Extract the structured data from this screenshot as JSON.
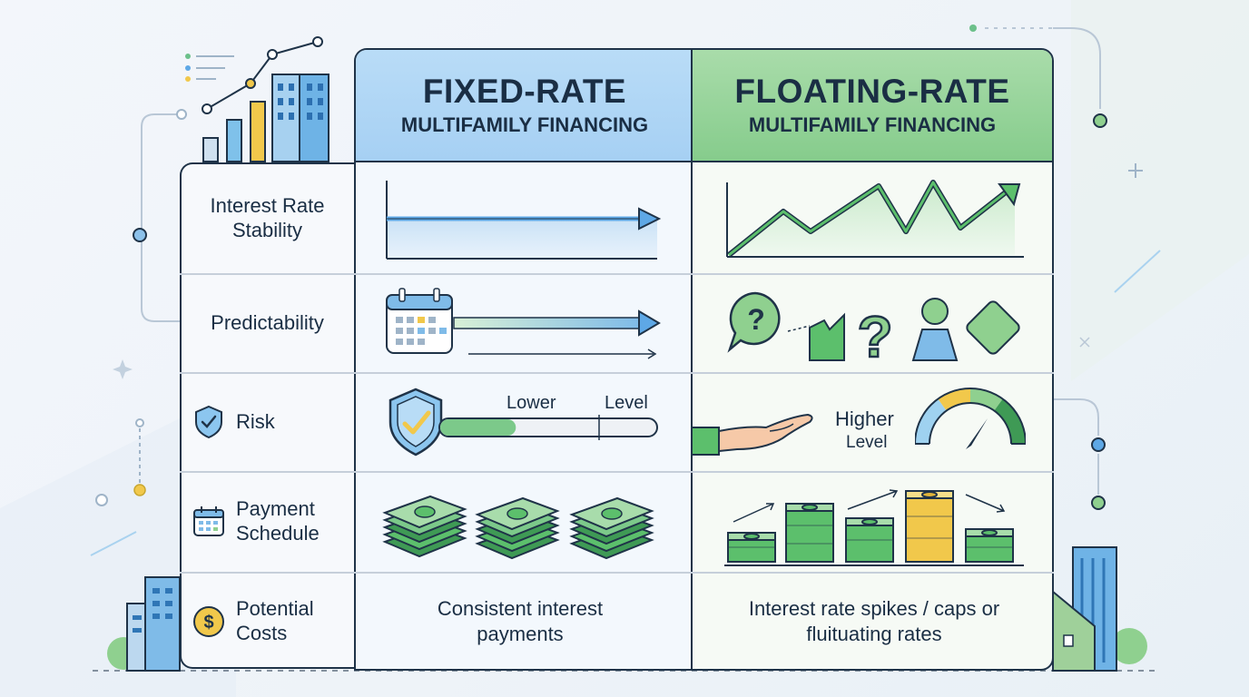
{
  "columns": {
    "fixed": {
      "title": "FIXED-RATE",
      "subtitle": "MULTIFAMILY FINANCING"
    },
    "floating": {
      "title": "FLOATING-RATE",
      "subtitle": "MULTIFAMILY FINANCING"
    }
  },
  "rows": [
    {
      "label": "Interest Rate Stability",
      "icon": ""
    },
    {
      "label": "Predictability",
      "icon": ""
    },
    {
      "label": "Risk",
      "icon": "shield-check-icon"
    },
    {
      "label": "Payment Schedule",
      "icon": "calendar-icon"
    },
    {
      "label": "Potential Costs",
      "icon": "dollar-coin-icon"
    }
  ],
  "risk": {
    "fixed_lower": "Lower",
    "fixed_level": "Level",
    "floating_higher": "Higher",
    "floating_level": "Level",
    "fixed_level_fraction": 0.35
  },
  "costs": {
    "fixed": "Consistent interest payments",
    "floating": "Interest rate spikes / caps or fluituating rates"
  },
  "colors": {
    "fixed_accent": "#5ea8e6",
    "floating_accent": "#3f9a55",
    "outline": "#1f3348"
  }
}
